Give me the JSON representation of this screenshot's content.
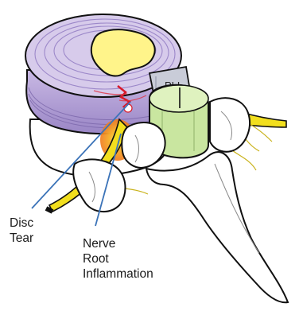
{
  "labels": {
    "disc_tear": [
      "Disc",
      "Tear"
    ],
    "nerve_root": [
      "Nerve",
      "Root",
      "Inflammation"
    ],
    "pll": "PLL"
  },
  "colors": {
    "disc_outer": "#b3a3d4",
    "disc_top": "#d5c8ea",
    "nucleus": "#fff48a",
    "bone": "#ffffff",
    "ligament": "#c9e6a0",
    "pll_band": "#c9ccd8",
    "nerve": "#f2df1e",
    "inflammation": "#f07a1c",
    "tear": "#d8192a",
    "leader_line": "#3b73b8"
  }
}
